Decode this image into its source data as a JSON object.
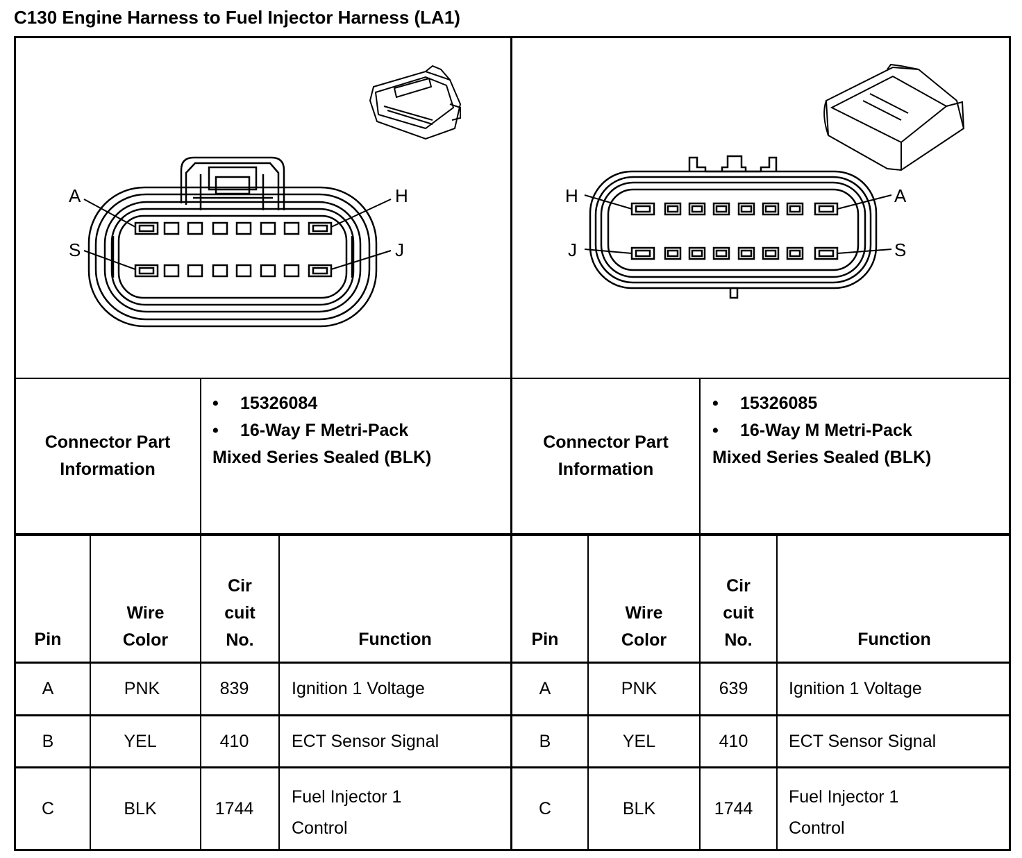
{
  "title": "C130 Engine Harness to Fuel Injector Harness (LA1)",
  "left": {
    "pin_labels": {
      "top_left": "A",
      "top_right": "H",
      "bottom_left": "S",
      "bottom_right": "J"
    },
    "connector_label": "Connector Part Information",
    "part_number": "15326084",
    "part_desc_line1": "16-Way F Metri-Pack",
    "part_desc_line2": "Mixed Series Sealed (BLK)",
    "headers": {
      "pin": "Pin",
      "wire": "Wire Color",
      "circuit": "Cir cuit No.",
      "function": "Function"
    },
    "rows": [
      {
        "pin": "A",
        "wire": "PNK",
        "circuit": "839",
        "function": "Ignition 1 Voltage"
      },
      {
        "pin": "B",
        "wire": "YEL",
        "circuit": "410",
        "function": "ECT Sensor Signal"
      },
      {
        "pin": "C",
        "wire": "BLK",
        "circuit": "1744",
        "function_line1": "Fuel Injector 1",
        "function_line2": "Control"
      }
    ]
  },
  "right": {
    "pin_labels": {
      "top_left": "H",
      "top_right": "A",
      "bottom_left": "J",
      "bottom_right": "S"
    },
    "connector_label": "Connector Part Information",
    "part_number": "15326085",
    "part_desc_line1": "16-Way M Metri-Pack",
    "part_desc_line2": "Mixed Series Sealed (BLK)",
    "headers": {
      "pin": "Pin",
      "wire": "Wire Color",
      "circuit": "Cir cuit No.",
      "function": "Function"
    },
    "rows": [
      {
        "pin": "A",
        "wire": "PNK",
        "circuit": "639",
        "function": "Ignition 1 Voltage"
      },
      {
        "pin": "B",
        "wire": "YEL",
        "circuit": "410",
        "function": "ECT Sensor Signal"
      },
      {
        "pin": "C",
        "wire": "BLK",
        "circuit": "1744",
        "function_line1": "Fuel Injector 1",
        "function_line2": "Control"
      }
    ]
  },
  "bullet": "•"
}
